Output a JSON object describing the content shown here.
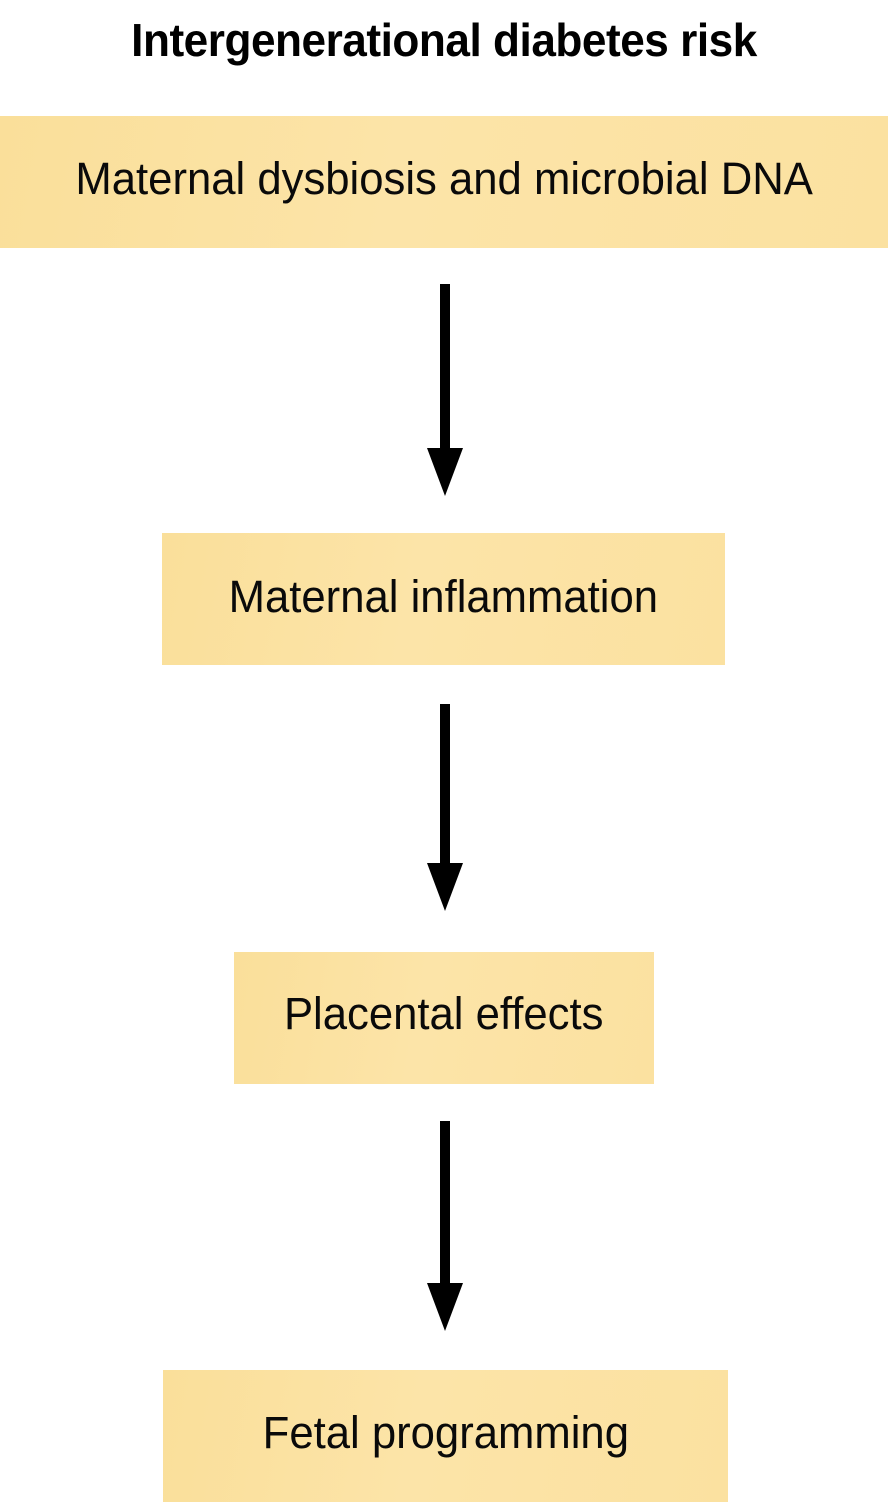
{
  "diagram": {
    "title": "Intergenerational diabetes risk",
    "type": "flowchart",
    "orientation": "vertical-top-to-bottom",
    "colors": {
      "box_fill": "#fbe2a0",
      "box_text": "#0a0a0a",
      "arrow": "#000000",
      "background": "#ffffff",
      "title_text": "#000000"
    },
    "nodes": [
      {
        "id": "node-1",
        "label": "Maternal dysbiosis and microbial DNA",
        "order": 1
      },
      {
        "id": "node-2",
        "label": "Maternal inflammation",
        "order": 2
      },
      {
        "id": "node-3",
        "label": "Placental effects",
        "order": 3
      },
      {
        "id": "node-4",
        "label": "Fetal programming",
        "order": 4
      }
    ],
    "edges": [
      {
        "id": "edge-1",
        "from": "node-1",
        "to": "node-2",
        "marker": "arrowhead-down"
      },
      {
        "id": "edge-2",
        "from": "node-2",
        "to": "node-3",
        "marker": "arrowhead-down"
      },
      {
        "id": "edge-3",
        "from": "node-3",
        "to": "node-4",
        "marker": "arrowhead-down"
      }
    ]
  }
}
